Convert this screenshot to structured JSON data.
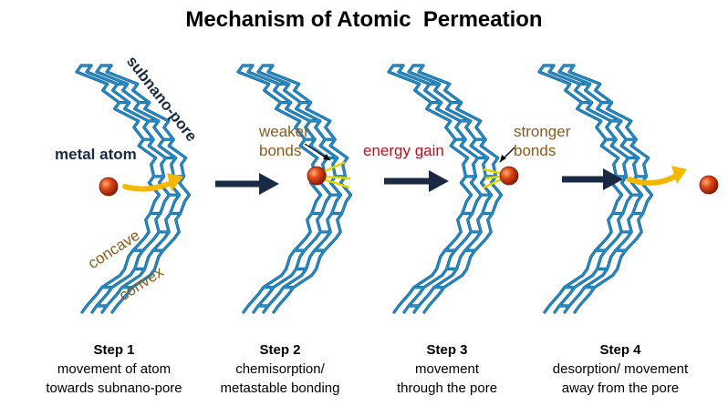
{
  "title": "Mechanism of Atomic  Permeation",
  "labels": {
    "subnano_pore": "subnano-pore",
    "metal_atom": "metal atom",
    "concave": "concave",
    "convex": "convex",
    "weaker_bonds": [
      "weaker",
      "bonds"
    ],
    "energy_gain": "energy gain",
    "stronger_bonds": [
      "stronger",
      "bonds"
    ]
  },
  "steps": [
    {
      "title": "Step 1",
      "lines": [
        "movement  of atom",
        "towards subnano-pore"
      ]
    },
    {
      "title": "Step 2",
      "lines": [
        "chemisorption/",
        "metastable bonding"
      ]
    },
    {
      "title": "Step 3",
      "lines": [
        "movement",
        "through the pore"
      ]
    },
    {
      "title": "Step 4",
      "lines": [
        "desorption/ movement",
        "away from the pore"
      ]
    }
  ],
  "colors": {
    "lattice": "#1e8fd0",
    "lattice_dark": "#14507a",
    "atom": "#e0461a",
    "curved_arrow": "#f5b800",
    "bond": "#e6d200",
    "step_arrow": "#1a2a44",
    "annotation_text": "#8a5a1a",
    "energy_text": "#b81020"
  }
}
